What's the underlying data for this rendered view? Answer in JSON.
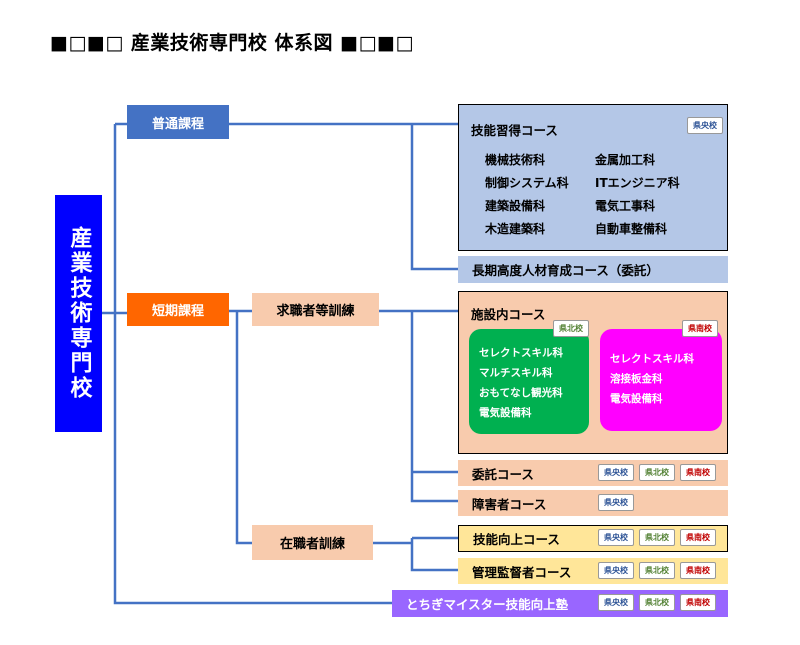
{
  "title": "■□■□ 産業技術専門校 体系図 ■□■□",
  "school": "産業技術専門校",
  "categories": {
    "general": "普通課程",
    "short": "短期課程",
    "jobseeker": "求職者等訓練",
    "employed": "在職者訓練"
  },
  "badges": {
    "central": "県央校",
    "north": "県北校",
    "south": "県南校"
  },
  "skill_course": {
    "title": "技能習得コース",
    "departments": [
      "機械技術科",
      "金属加工科",
      "制御システム科",
      "ITエンジニア科",
      "建築設備科",
      "電気工事科",
      "木造建築科",
      "自動車整備科"
    ]
  },
  "long_term": "長期高度人材育成コース（委託）",
  "facility_course": {
    "title": "施設内コース",
    "north_depts": [
      "セレクトスキル科",
      "マルチスキル科",
      "おもてなし観光科",
      "電気設備科"
    ],
    "south_depts": [
      "セレクトスキル科",
      "溶接板金科",
      "電気設備科"
    ]
  },
  "entrusted": "委託コース",
  "disabled": "障害者コース",
  "upgrade": "技能向上コース",
  "supervisor": "管理監督者コース",
  "meister": "とちぎマイスター技能向上塾",
  "colors": {
    "blue": "#4472c4",
    "orange": "#ff6600",
    "peach": "#f8cbad",
    "light_blue": "#b4c7e7",
    "yellow": "#ffe699",
    "purple": "#9966ff",
    "green": "#00b050",
    "magenta": "#ff00ff",
    "school": "#0000ff"
  }
}
